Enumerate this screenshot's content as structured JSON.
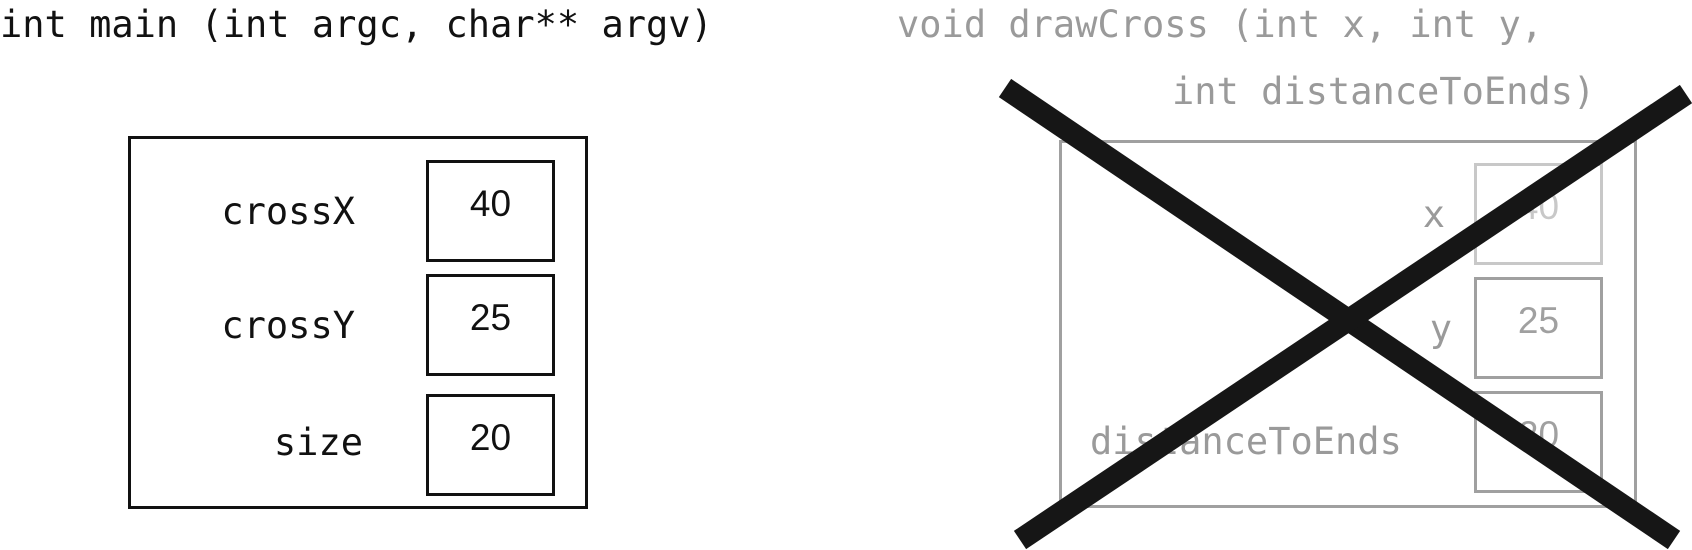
{
  "main_function": {
    "signature": "int main (int argc, char** argv)",
    "variables": [
      {
        "name": "crossX",
        "value": "40"
      },
      {
        "name": "crossY",
        "value": "25"
      },
      {
        "name": "size",
        "value": "20"
      }
    ]
  },
  "drawcross_function": {
    "signature_line1": "void drawCross (int x, int y,",
    "signature_line2": "int distanceToEnds)",
    "variables": [
      {
        "name": "x",
        "value": "40"
      },
      {
        "name": "y",
        "value": "25"
      },
      {
        "name": "distanceToEnds",
        "value": "20"
      }
    ],
    "crossed_out": true
  },
  "colors": {
    "active": "#111111",
    "inactive": "#9a9a9a",
    "cross": "#161616"
  }
}
